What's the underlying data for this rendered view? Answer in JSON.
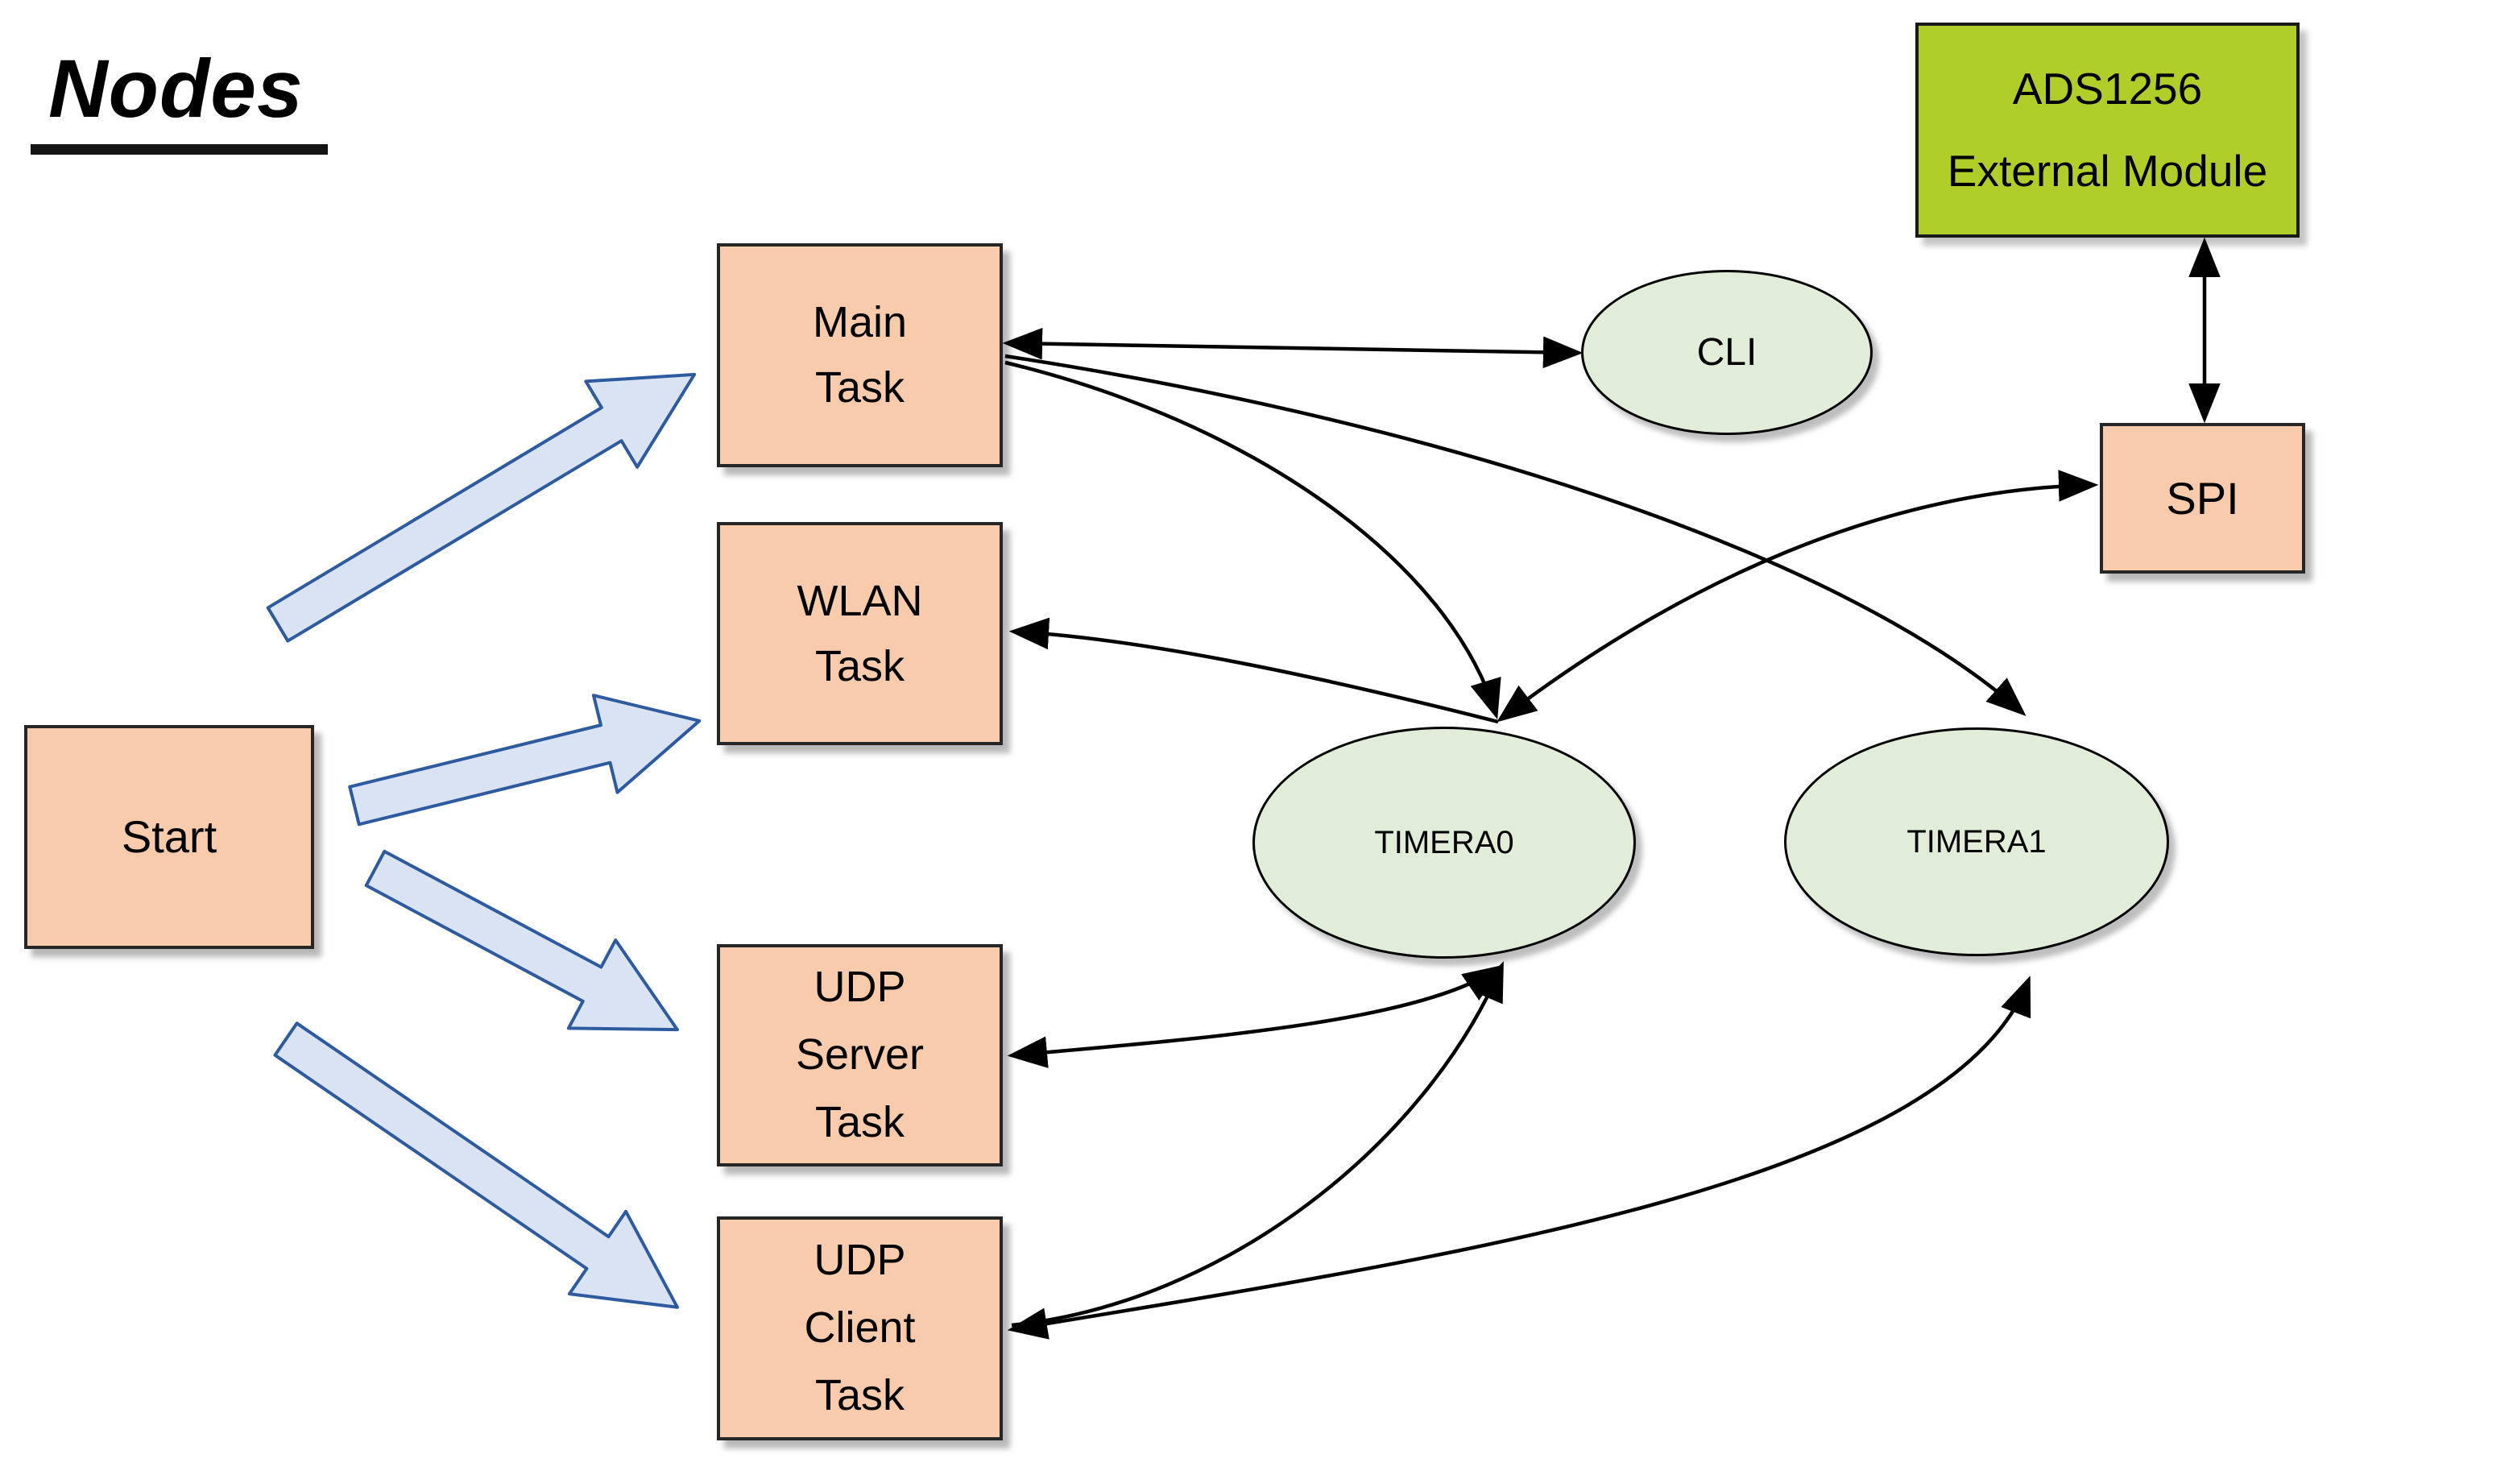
{
  "title": "Nodes",
  "colors": {
    "background": "#FFFFFF",
    "text-color": "#000000",
    "box-fill": "#F8CBAD",
    "box-border": "#262626",
    "ellipse-fill": "#E2EDD9",
    "ellipse-border": "#000000",
    "module-fill": "#AFCE2A",
    "module-border": "#1A1A1A",
    "start-arrow-fill": "#DAE3F3",
    "start-arrow-border": "#2E5B9F",
    "edge-color": "#000000"
  },
  "nodes": {
    "start": {
      "label": "Start",
      "shape": "box"
    },
    "main_task": {
      "label": "Main\nTask",
      "shape": "box"
    },
    "wlan_task": {
      "label": "WLAN\nTask",
      "shape": "box"
    },
    "udp_server_task": {
      "label": "UDP\nServer\nTask",
      "shape": "box"
    },
    "udp_client_task": {
      "label": "UDP\nClient\nTask",
      "shape": "box"
    },
    "cli": {
      "label": "CLI",
      "shape": "ellipse"
    },
    "timera0": {
      "label": "TIMERA0",
      "shape": "ellipse"
    },
    "timera1": {
      "label": "TIMERA1",
      "shape": "ellipse"
    },
    "spi": {
      "label": "SPI",
      "shape": "box"
    },
    "ads1256": {
      "label": "ADS1256\nExternal Module",
      "shape": "box"
    }
  },
  "edges": [
    {
      "from": "start",
      "to": "main_task",
      "style": "block-arrow",
      "direction": "forward"
    },
    {
      "from": "start",
      "to": "wlan_task",
      "style": "block-arrow",
      "direction": "forward"
    },
    {
      "from": "start",
      "to": "udp_server_task",
      "style": "block-arrow",
      "direction": "forward"
    },
    {
      "from": "start",
      "to": "udp_client_task",
      "style": "block-arrow",
      "direction": "forward"
    },
    {
      "from": "main_task",
      "to": "cli",
      "style": "line",
      "direction": "both"
    },
    {
      "from": "main_task",
      "to": "timera0",
      "style": "curve",
      "direction": "forward"
    },
    {
      "from": "main_task",
      "to": "timera1",
      "style": "curve",
      "direction": "forward"
    },
    {
      "from": "timera0",
      "to": "wlan_task",
      "style": "curve",
      "direction": "forward"
    },
    {
      "from": "timera0",
      "to": "spi",
      "style": "curve",
      "direction": "both"
    },
    {
      "from": "spi",
      "to": "ads1256",
      "style": "line",
      "direction": "both"
    },
    {
      "from": "udp_server_task",
      "to": "timera0",
      "style": "curve",
      "direction": "both"
    },
    {
      "from": "udp_client_task",
      "to": "timera0",
      "style": "curve",
      "direction": "forward"
    },
    {
      "from": "udp_client_task",
      "to": "timera1",
      "style": "curve",
      "direction": "both"
    }
  ]
}
